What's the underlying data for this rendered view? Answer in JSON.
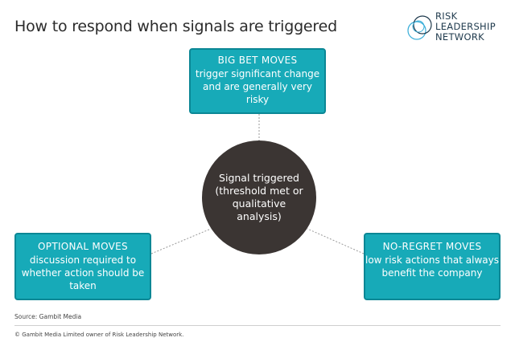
{
  "title": "How to respond when signals are triggered",
  "logo": {
    "line1": "RISK",
    "line2": "LEADERSHIP",
    "line3": "NETWORK"
  },
  "boxes": {
    "top": {
      "heading": "BIG BET MOVES",
      "text": "trigger significant change and are generally very risky"
    },
    "left": {
      "heading": "OPTIONAL MOVES",
      "text": "discussion required to whether action should be taken"
    },
    "right": {
      "heading": "NO-REGRET MOVES",
      "text": "low risk actions that always benefit the company"
    }
  },
  "center": {
    "text": "Signal triggered (threshold met or qualitative analysis)"
  },
  "colors": {
    "box_fill": "#17aab8",
    "box_border": "#0b8795",
    "center_fill": "#3b3533",
    "connector": "#9a9a9a"
  },
  "footer": {
    "source": "Source: Gambit Media",
    "copyright": "© Gambit Media Limited owner of Risk Leadership Network."
  }
}
